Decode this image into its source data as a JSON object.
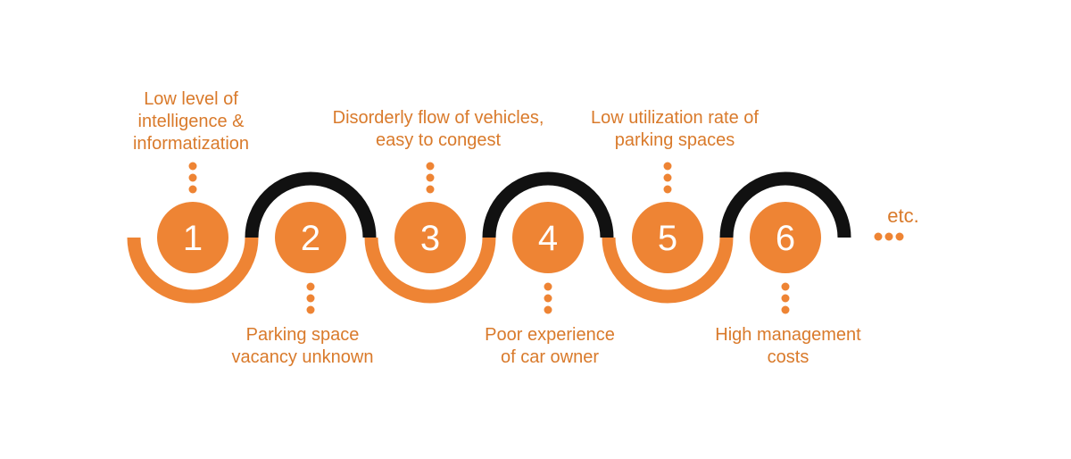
{
  "colors": {
    "accent": "#ee8434",
    "text": "#d97a2b",
    "arc_dark": "#111111",
    "number": "#ffffff"
  },
  "steps": [
    {
      "number": "1",
      "lines": [
        "Low level of",
        "intelligence &",
        "informatization"
      ]
    },
    {
      "number": "2",
      "lines": [
        "Parking space",
        "vacancy unknown"
      ]
    },
    {
      "number": "3",
      "lines": [
        "Disorderly flow of vehicles,",
        "easy to congest"
      ]
    },
    {
      "number": "4",
      "lines": [
        "Poor experience",
        "of car owner"
      ]
    },
    {
      "number": "5",
      "lines": [
        "Low utilization rate of",
        "parking spaces"
      ]
    },
    {
      "number": "6",
      "lines": [
        "High management",
        "costs"
      ]
    }
  ],
  "etc_label": "etc."
}
